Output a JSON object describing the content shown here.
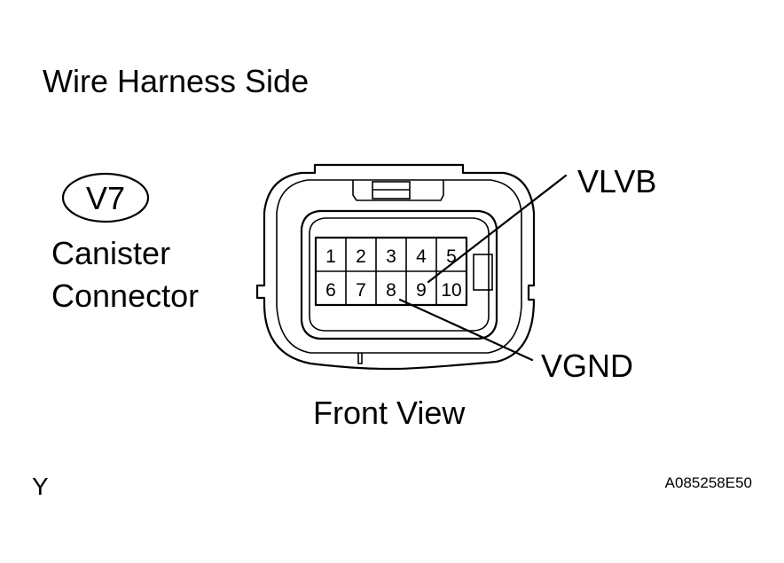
{
  "heading": "Wire Harness Side",
  "connector": {
    "code": "V7",
    "name_line1": "Canister",
    "name_line2": "Connector",
    "view_label": "Front View",
    "pins_top": [
      "1",
      "2",
      "3",
      "4",
      "5"
    ],
    "pins_bottom": [
      "6",
      "7",
      "8",
      "9",
      "10"
    ]
  },
  "callouts": {
    "vlvb": "VLVB",
    "vgnd": "VGND"
  },
  "footer": {
    "left_mark": "Y",
    "figure_id": "A085258E50"
  }
}
